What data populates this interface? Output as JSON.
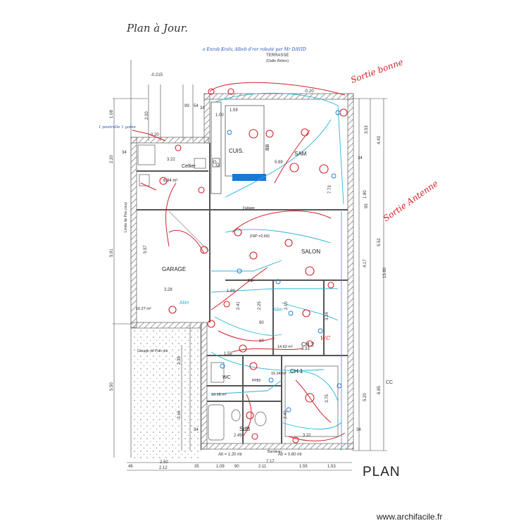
{
  "header": {
    "title": "Plan à Jour.",
    "note": "o Enrob Kralv, Albvb d'ror robuté par Mr DAVID",
    "terrace": "TERRASSE",
    "terrace_sub": "(Dalle Béton)"
  },
  "rooms": {
    "cuisine": "CUIS.",
    "bb": "BB",
    "sam": "SAM",
    "cellier": "Cellier",
    "cellier_area": "6.84 m²",
    "garage": "GARAGE",
    "garage_area": "16.27 m²",
    "salon": "SALON",
    "salon_area": "(ISP =2.60)",
    "ch2": "CH.2",
    "ch2_area": "14.62 m²",
    "ch1": "CH.1",
    "ch1_area": "15.34 m²",
    "wc": "WC",
    "sdb": "SdB",
    "sdb_area": "10.18 m²",
    "degagement": "Dgt",
    "placard": "PP83"
  },
  "handwritten": {
    "sortie_bonne": "Sortie bonne",
    "sortie_antenne": "Sortie Antenne",
    "alim": "Alim",
    "alim2": "Alim",
    "left_note": "1 poutrelle 1 gaine",
    "wc_note": "WC"
  },
  "labels": {
    "limite": "Limite de Pan coup",
    "garage_pan": "Garage de Plan dur",
    "bandeau": "Bandeau",
    "faitage": "Faitage",
    "plan": "PLAN",
    "cc": "CC",
    "watermark": "www.archifacile.fr"
  },
  "dims": {
    "top_left_1": "-0.215",
    "top_mid": "-0.20",
    "top_right": "-0.20",
    "d_108": "1.08",
    "d_200": "2.00",
    "d_99": "99",
    "d_54": "54",
    "d_34a": "34",
    "d_100": "1.00",
    "d_159": "1.59",
    "d_220": "2.20",
    "d_34b": "34",
    "d_322": "3.22",
    "d_589": "5.89",
    "d_353": "3.53",
    "d_443": "4.43",
    "d_34c": "34",
    "d_180": "1.80",
    "d_95": "95",
    "d_591": "5.91",
    "d_557": "5.57",
    "d_328": "3.28",
    "d_189": "1.89",
    "d_773": "7.73",
    "d_552": "5.52",
    "d_417": "4.17",
    "d_1580": "15.80",
    "d_241": "2.41",
    "d_225": "2.25",
    "d_210": "2.10",
    "d_324": "3.24",
    "d_90": "90",
    "d_60": "60",
    "d_158": "1.58",
    "d_333": "3.33",
    "d_550": "5.50",
    "d_239": "2.39",
    "d_316": "3.16",
    "d_520": "5.20",
    "d_685": "6.85",
    "d_375": "3.75",
    "d_240": "2.40",
    "d_249": "2.49",
    "d_332": "3.32",
    "d_34d": "34",
    "d_34e": "34",
    "b_46": "46",
    "b_250": "2.50",
    "b_212": "2.12",
    "b_35": "35",
    "b_109": "1.09",
    "b_90": "90",
    "b_211": "2.11",
    "b_155": "1.55",
    "b_153": "1.53",
    "b_717": "7.17",
    "b_alt1": "Alt = 1.20 ml",
    "b_alt2": "Alt = 0.60 ml"
  },
  "colors": {
    "walls": "#9a9a9a",
    "hatch": "#b5b5b5",
    "lines": "#333333",
    "red": "#d4202a",
    "cyan": "#27b4d9",
    "blue": "#1d78d3",
    "dot": "#b8b8b8"
  }
}
